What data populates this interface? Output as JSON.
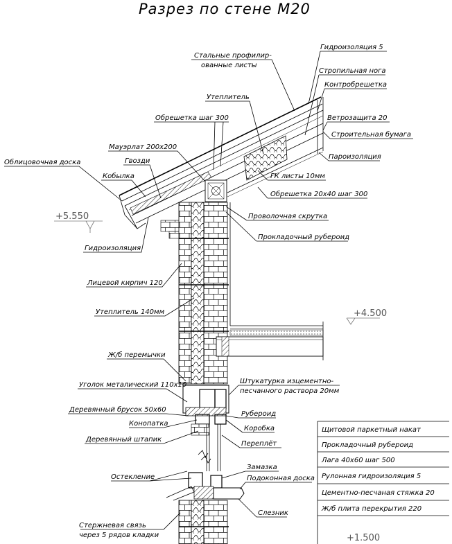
{
  "title": "Разрез по стене М20",
  "labels": {
    "steel_sheets_1": "Стальные профилир-",
    "steel_sheets_2": "ованные листы",
    "waterproof5": "Гидроизоляция 5",
    "rafter": "Стропильная нога",
    "counter_batten": "Контробрешетка",
    "insulation": "Утеплитель",
    "batten300": "Обрешетка шаг 300",
    "wind": "Ветрозащита 20",
    "paper": "Строительная бумага",
    "mauerlat": "Мауэрлат 200х200",
    "vapor": "Пароизоляция",
    "facing": "Облицовочная доска",
    "nails": "Гвозди",
    "kobylka": "Кобылка",
    "gk": "ГК листы 10мм",
    "batten20x40": "Обрешетка 20х40 шаг 300",
    "wire": "Проволочная скрутка",
    "underlay": "Прокладочный рубероид",
    "waterproofing": "Гидроизоляция",
    "brick": "Лицевой кирпич 120",
    "insul140": "Утеплитель 140мм",
    "lintels": "Ж/б перемычки",
    "plaster_1": "Штукатурка изцементно-",
    "plaster_2": "песчанного раствора 20мм",
    "angle": "Уголок металический 110х10",
    "ruberoid": "Рубероид",
    "bar": "Деревянный брусок 50х60",
    "box": "Коробка",
    "caulk": "Конопатка",
    "frame": "Переплёт",
    "dowel": "Деревянный штапик",
    "putty": "Замазка",
    "glazing": "Остекление",
    "sill": "Подоконная доска",
    "drip": "Слезник",
    "tie_1": "Стержневая связь",
    "tie_2": "через 5 рядов кладки"
  },
  "levels": {
    "l5550": "+5.550",
    "l4500": "+4.500",
    "l1500": "+1.500"
  },
  "floor_layers": [
    "Щитовой паркетный накат",
    "Прокладочный рубероид",
    "Лага 40х60 шаг 500",
    "Рулонная гидроизоляция 5",
    "Цементно-песчаная стяжка 20",
    "Ж/б плита перекрытия 220"
  ]
}
